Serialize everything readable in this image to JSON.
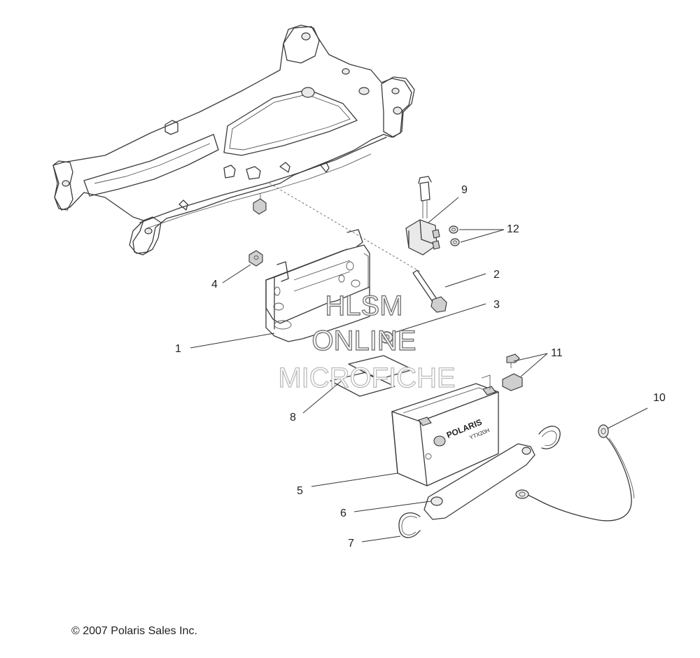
{
  "callouts": [
    {
      "id": "1",
      "label": "1"
    },
    {
      "id": "2",
      "label": "2"
    },
    {
      "id": "3",
      "label": "3"
    },
    {
      "id": "4",
      "label": "4"
    },
    {
      "id": "5",
      "label": "5"
    },
    {
      "id": "6",
      "label": "6"
    },
    {
      "id": "7",
      "label": "7"
    },
    {
      "id": "8",
      "label": "8"
    },
    {
      "id": "9",
      "label": "9"
    },
    {
      "id": "10",
      "label": "10"
    },
    {
      "id": "11",
      "label": "11"
    },
    {
      "id": "12",
      "label": "12"
    }
  ],
  "watermark": {
    "line1": "HLSM",
    "line2": "ONLINE",
    "line3": "MICROFICHE"
  },
  "battery": {
    "brand": "POLARIS",
    "type": "YTX20H"
  },
  "copyright": "© 2007 Polaris Sales Inc."
}
